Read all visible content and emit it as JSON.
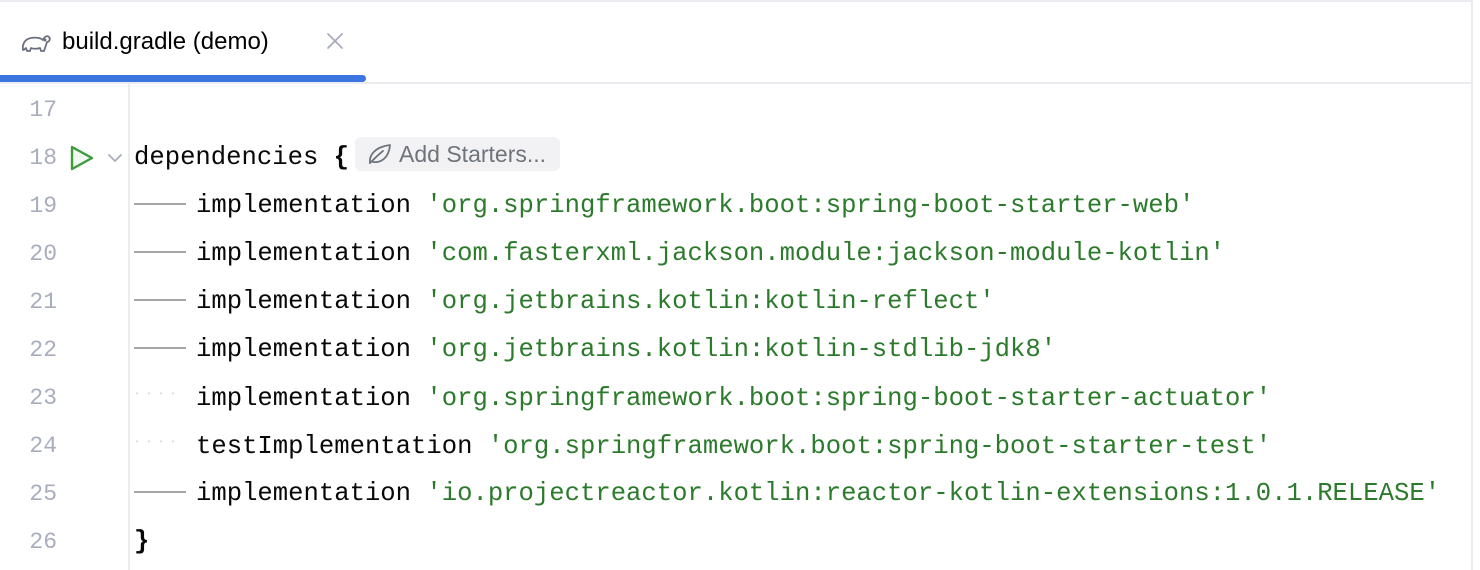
{
  "tab": {
    "icon": "gradle-elephant-icon",
    "label": "build.gradle (demo)",
    "close_icon": "close-icon",
    "active_color": "#3c74e0"
  },
  "editor": {
    "lines": [
      {
        "number": "17",
        "keyword": "",
        "value": ""
      },
      {
        "number": "18",
        "keyword": "dependencies",
        "value": "{",
        "inlay": "Add Starters...",
        "inlay_icon": "spring-leaf-icon",
        "run_icon": "run-icon",
        "fold_icon": "chevron-down-icon"
      },
      {
        "number": "19",
        "keyword": "implementation",
        "value": "'org.springframework.boot:spring-boot-starter-web'",
        "guide": "solid"
      },
      {
        "number": "20",
        "keyword": "implementation",
        "value": "'com.fasterxml.jackson.module:jackson-module-kotlin'",
        "guide": "solid"
      },
      {
        "number": "21",
        "keyword": "implementation",
        "value": "'org.jetbrains.kotlin:kotlin-reflect'",
        "guide": "solid"
      },
      {
        "number": "22",
        "keyword": "implementation",
        "value": "'org.jetbrains.kotlin:kotlin-stdlib-jdk8'",
        "guide": "solid"
      },
      {
        "number": "23",
        "keyword": "implementation",
        "value": "'org.springframework.boot:spring-boot-starter-actuator'",
        "guide": "dots"
      },
      {
        "number": "24",
        "keyword": "testImplementation",
        "value": "'org.springframework.boot:spring-boot-starter-test'",
        "guide": "dots"
      },
      {
        "number": "25",
        "keyword": "implementation",
        "value": "'io.projectreactor.kotlin:reactor-kotlin-extensions:1.0.1.RELEASE'",
        "guide": "solid"
      },
      {
        "number": "26",
        "keyword": "}",
        "value": ""
      }
    ],
    "colors": {
      "string": "#2c7a2c",
      "line_number": "#a8adbd",
      "text": "#080808"
    }
  }
}
